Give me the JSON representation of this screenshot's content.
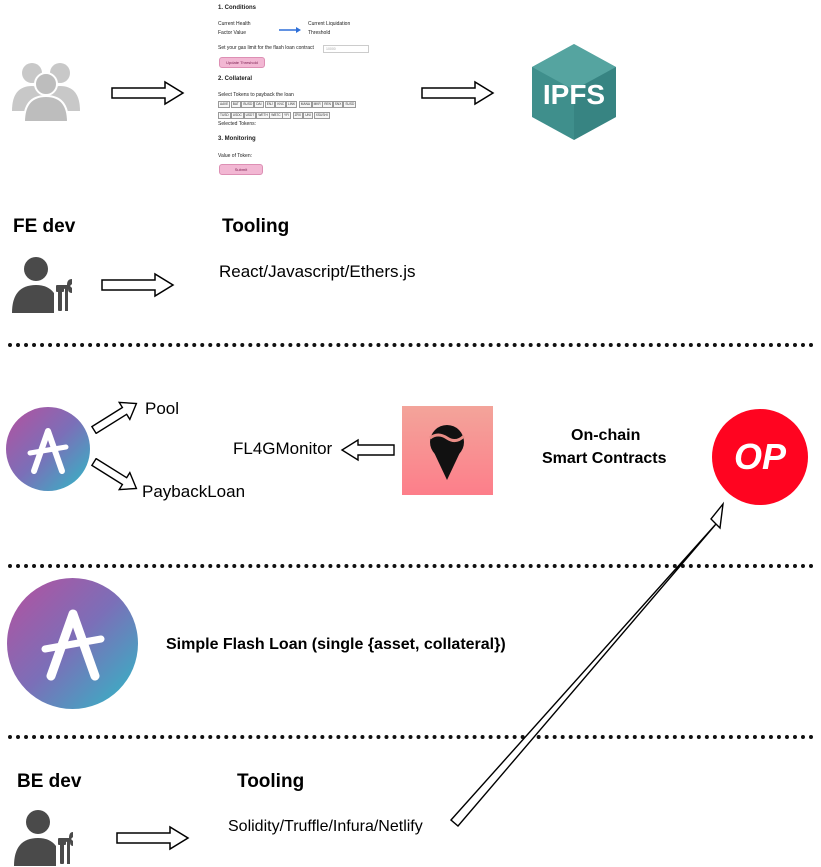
{
  "frontend_mock": {
    "conditions_heading": "1. Conditions",
    "current_health_1": "Current Health",
    "current_health_2": "Factor Value",
    "current_liq_1": "Current Liquidation",
    "current_liq_2": "Threshold",
    "gas_limit_label": "Set your gas limit for the flash loan contract",
    "gas_limit_placeholder": "10000",
    "update_button": "Update Threshold",
    "collateral_heading": "2. Collateral",
    "select_tokens_label": "Select Tokens to payback the loan",
    "tokens_row1": [
      "AAVE",
      "BAT",
      "BUSD",
      "DAI",
      "ENJ",
      "KNC",
      "LINK",
      "MANA",
      "MKR",
      "REN",
      "SNX",
      "SUSD"
    ],
    "tokens_row2": [
      "TUSD",
      "USDC",
      "USDT",
      "WETH",
      "WBTC",
      "YFI",
      "ZRX",
      "UNI",
      "XSUSHI"
    ],
    "selected_tokens_label": "Selected Tokens:",
    "monitoring_heading": "3. Monitoring",
    "value_of_token_label": "Value of Token:",
    "submit_button": "Submit"
  },
  "ipfs_logo_text": "IPFS",
  "fe_section": {
    "role": "FE dev",
    "tooling_label": "Tooling",
    "tooling_value": "React/Javascript/Ethers.js"
  },
  "onchain_section": {
    "pool_label": "Pool",
    "payback_label": "PaybackLoan",
    "monitor_label": "FL4GMonitor",
    "onchain_title_1": "On-chain",
    "onchain_title_2": "Smart Contracts",
    "op_logo_text": "OP"
  },
  "flash_loan_section": {
    "title": "Simple Flash Loan (single {asset, collateral})"
  },
  "be_section": {
    "role": "BE dev",
    "tooling_label": "Tooling",
    "tooling_value": "Solidity/Truffle/Infura/Netlify"
  },
  "colors": {
    "aave_gradient_start": "#b6509e",
    "aave_gradient_end": "#2ebac6",
    "op_red": "#ff0420",
    "ipfs_teal": "#3f8f8c",
    "mock_button_pink": "#f2b7d3"
  }
}
